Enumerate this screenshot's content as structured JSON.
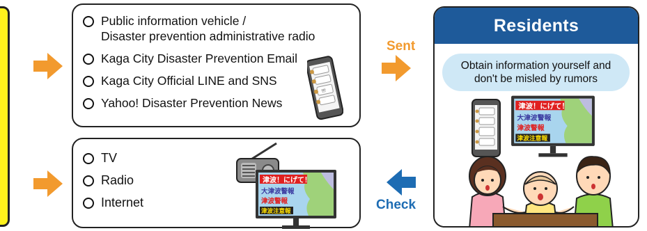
{
  "top_panel": {
    "items": [
      {
        "line1": "Public information vehicle /",
        "line2": "Disaster prevention administrative radio"
      },
      {
        "line1": "Kaga City Disaster Prevention Email"
      },
      {
        "line1": "Kaga City Official LINE and SNS"
      },
      {
        "line1": "Yahoo! Disaster Prevention News"
      }
    ],
    "phone_screen_text": "!!!"
  },
  "bottom_panel": {
    "items": [
      "TV",
      "Radio",
      "Internet"
    ]
  },
  "arrows": {
    "sent_label": "Sent",
    "check_label": "Check"
  },
  "residents": {
    "title": "Residents",
    "bubble_line1": "Obtain information yourself and",
    "bubble_line2": "don't be misled by rumors"
  },
  "tv_screen": {
    "line1": "津波！にげて！",
    "line2": "大津波警報",
    "line3": "津波警報",
    "line4": "津波注意報"
  },
  "colors": {
    "orange": "#f29a2e",
    "blue": "#1d6cb3",
    "residents_header": "#1e5a9a",
    "bubble": "#cfe8f6",
    "yellow": "#fff21c"
  }
}
